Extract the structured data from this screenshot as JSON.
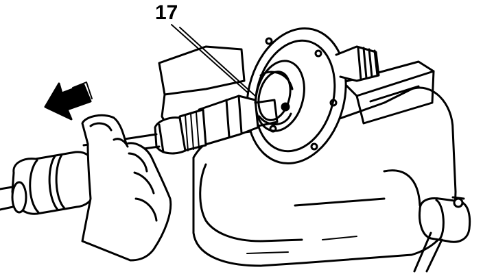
{
  "figure": {
    "callouts": [
      {
        "label": "17",
        "target": "puller-threaded-adapter"
      }
    ],
    "direction_arrow": {
      "icon": "arrow-left-icon",
      "meaning": "pull direction"
    },
    "line_color": "#000000",
    "background": "#ffffff"
  }
}
